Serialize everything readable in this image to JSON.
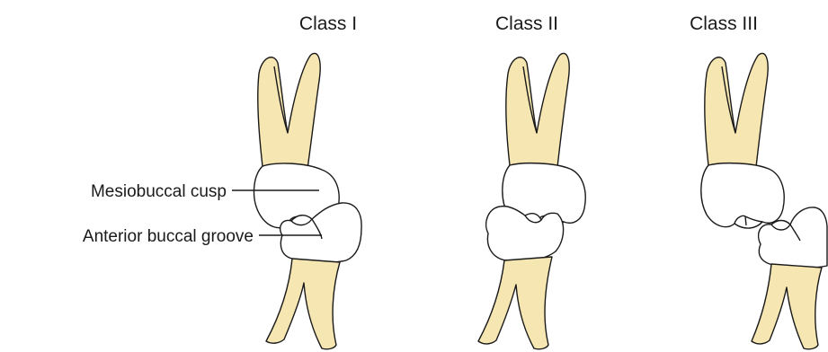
{
  "diagram": {
    "classes": [
      {
        "label": "Class I"
      },
      {
        "label": "Class II"
      },
      {
        "label": "Class III"
      }
    ],
    "callouts": [
      {
        "label": "Mesiobuccal cusp"
      },
      {
        "label": "Anterior buccal groove"
      }
    ],
    "colors": {
      "root": "#f6e6b2",
      "crown": "#ffffff",
      "outline": "#1a1a1a"
    }
  }
}
